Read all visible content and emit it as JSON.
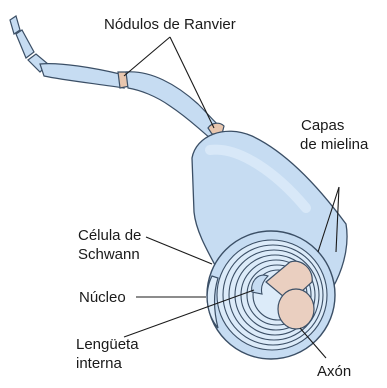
{
  "labels": {
    "nodes_of_ranvier": "Nódulos de Ranvier",
    "myelin_layers_line1": "Capas",
    "myelin_layers_line2": "de mielina",
    "schwann_cell_line1": "Célula de",
    "schwann_cell_line2": "Schwann",
    "nucleus": "Núcleo",
    "inner_tongue_line1": "Lengüeta",
    "inner_tongue_line2": "interna",
    "axon": "Axón"
  },
  "colors": {
    "myelin_fill": "#c6dcf2",
    "myelin_light": "#dcebf9",
    "myelin_stroke": "#3b4f66",
    "axon_fill": "#eacfc0",
    "node_fill": "#e8c6ae",
    "label_text": "#1a1a1a"
  }
}
